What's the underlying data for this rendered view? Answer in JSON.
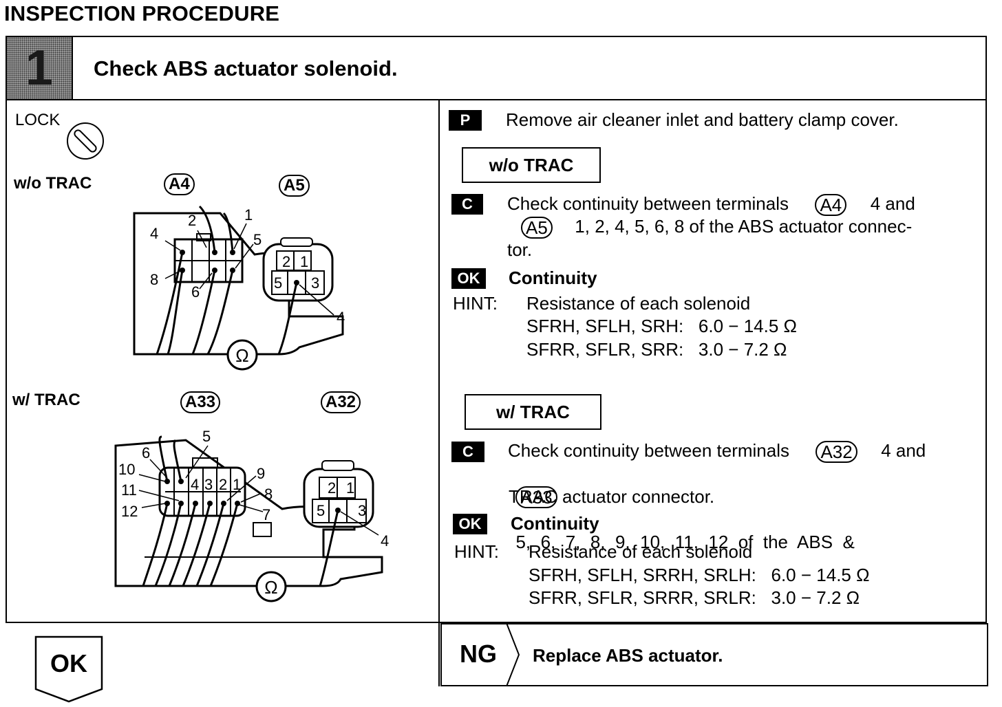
{
  "page": {
    "heading": "INSPECTION PROCEDURE"
  },
  "step": {
    "number": "1",
    "title": "Check ABS actuator solenoid."
  },
  "figure": {
    "lock_label": "LOCK",
    "without_trac": {
      "label": "w/o TRAC",
      "connector_left": "A4",
      "connector_right": "A5",
      "left_pins": [
        "4",
        "2",
        "1",
        "5",
        "8",
        "6"
      ],
      "right_pins": [
        "2",
        "1",
        "5",
        "3",
        "4"
      ]
    },
    "with_trac": {
      "label": "w/ TRAC",
      "connector_left": "A33",
      "connector_right": "A32",
      "left_top_pins": [
        "4",
        "3",
        "2",
        "1"
      ],
      "left_callouts": [
        "5",
        "6",
        "10",
        "11",
        "12",
        "9",
        "8",
        "7"
      ],
      "right_pins": [
        "2",
        "1",
        "5",
        "3",
        "4"
      ]
    },
    "ohm_symbol": "Ω"
  },
  "instructions": {
    "prep_tag": "P",
    "prep_text": "Remove air cleaner inlet and battery clamp cover.",
    "without_trac": {
      "header": "w/o TRAC",
      "check_tag": "C",
      "check_line1_pre": "Check continuity between terminals",
      "check_conn1": "A4",
      "check_line1_post": "4 and",
      "check_conn2": "A5",
      "check_line2_post": "1, 2, 4, 5, 6, 8 of the ABS actuator connec-",
      "check_line3": "tor.",
      "ok_tag": "OK",
      "ok_text": "Continuity",
      "hint_label": "HINT:",
      "hint_title": "Resistance of each solenoid",
      "hint_line1": "SFRH, SFLH, SRH:   6.0 − 14.5 Ω",
      "hint_line2": "SFRR, SFLR, SRR:   3.0 − 7.2 Ω"
    },
    "with_trac": {
      "header": "w/ TRAC",
      "check_tag": "C",
      "check_line1_pre": "Check continuity between terminals",
      "check_conn1": "A32",
      "check_line1_post": "4 and",
      "check_conn2": "A33",
      "check_line2_post": "5,  6,  7,  8,  9,  10,  11,  12  of  the  ABS  &",
      "check_line3": "TRAC actuator connector.",
      "ok_tag": "OK",
      "ok_text": "Continuity",
      "hint_label": "HINT:",
      "hint_title": "Resistance of each solenoid",
      "hint_line1": "SFRH, SFLH, SRRH, SRLH:   6.0 − 14.5 Ω",
      "hint_line2": "SFRR, SFLR, SRRR, SRLR:   3.0 − 7.2 Ω"
    }
  },
  "results": {
    "ok_label": "OK",
    "ng_label": "NG",
    "ng_action": "Replace ABS actuator."
  }
}
